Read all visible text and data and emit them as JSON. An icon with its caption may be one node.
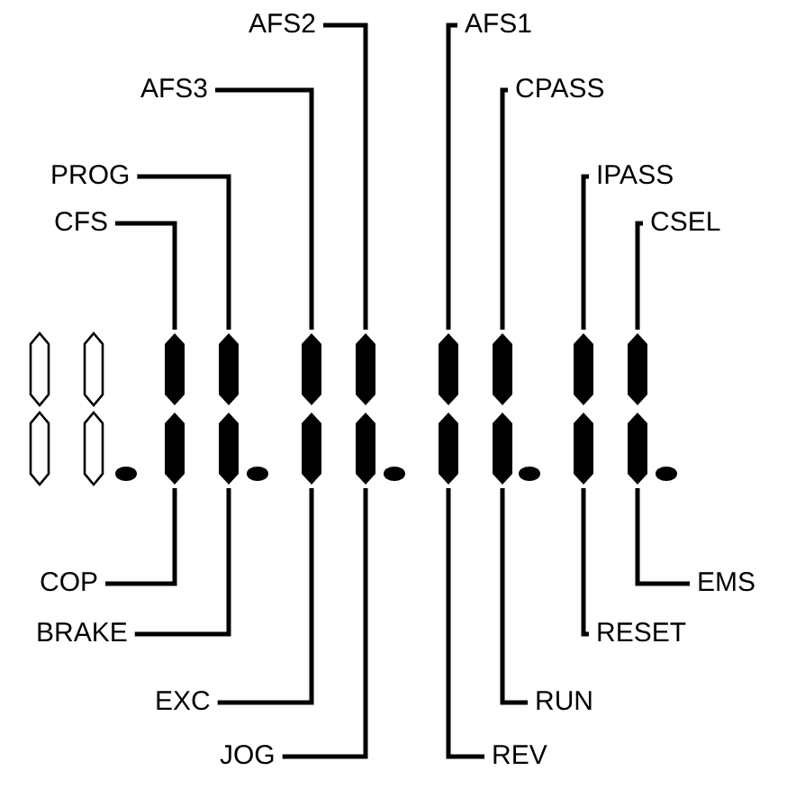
{
  "diagram": {
    "nodes": [
      {
        "text": [
          "CFS"
        ]
      },
      {
        "text": [
          "PROG"
        ]
      },
      {
        "text": [
          "AFS3"
        ]
      },
      {
        "text": [
          "AFS2"
        ]
      },
      {
        "text": [
          "AFS1"
        ]
      },
      {
        "text": [
          "CPASS"
        ]
      },
      {
        "text": [
          "IPASS"
        ]
      },
      {
        "text": [
          "CSEL"
        ]
      },
      {
        "text": [],
        "shape": "bar"
      },
      {
        "text": [],
        "shape": "bar"
      },
      {
        "text": [],
        "shape": "bar"
      },
      {
        "text": [],
        "shape": "bar"
      },
      {
        "text": [],
        "shape": "bar"
      },
      {
        "text": [],
        "shape": "bar"
      },
      {
        "text": [],
        "shape": "bar"
      },
      {
        "text": [],
        "shape": "bar"
      },
      {
        "text": [],
        "shape": "bar"
      },
      {
        "text": [],
        "shape": "bar"
      },
      {
        "text": [],
        "shape": "bar"
      },
      {
        "text": [],
        "shape": "bar"
      },
      {
        "text": [],
        "shape": "bar"
      },
      {
        "text": [],
        "shape": "bar"
      },
      {
        "text": [],
        "shape": "bar"
      },
      {
        "text": [],
        "shape": "bar"
      },
      {
        "text": [
          "COP"
        ]
      },
      {
        "text": [
          "BRAKE"
        ]
      },
      {
        "text": [
          "EXC"
        ]
      },
      {
        "text": [
          "JOG"
        ]
      },
      {
        "text": [
          "REV"
        ]
      },
      {
        "text": [
          "RUN"
        ]
      },
      {
        "text": [
          "RESET"
        ]
      },
      {
        "text": [
          "EMS"
        ]
      }
    ],
    "edges": [
      {
        "from": 0,
        "to": 8,
        "arrow": "none"
      },
      {
        "from": 1,
        "to": 9,
        "arrow": "none"
      },
      {
        "from": 2,
        "to": 10,
        "arrow": "none"
      },
      {
        "from": 3,
        "to": 11,
        "arrow": "none"
      },
      {
        "from": 4,
        "to": 12,
        "arrow": "none"
      },
      {
        "from": 5,
        "to": 13,
        "arrow": "none"
      },
      {
        "from": 6,
        "to": 14,
        "arrow": "none"
      },
      {
        "from": 7,
        "to": 15,
        "arrow": "none"
      },
      {
        "from": 24,
        "to": 16,
        "arrow": "none"
      },
      {
        "from": 25,
        "to": 17,
        "arrow": "none"
      },
      {
        "from": 26,
        "to": 18,
        "arrow": "none"
      },
      {
        "from": 27,
        "to": 19,
        "arrow": "none"
      },
      {
        "from": 28,
        "to": 20,
        "arrow": "none"
      },
      {
        "from": 29,
        "to": 21,
        "arrow": "none"
      },
      {
        "from": 30,
        "to": 22,
        "arrow": "none"
      },
      {
        "from": 31,
        "to": 23,
        "arrow": "none"
      }
    ]
  }
}
